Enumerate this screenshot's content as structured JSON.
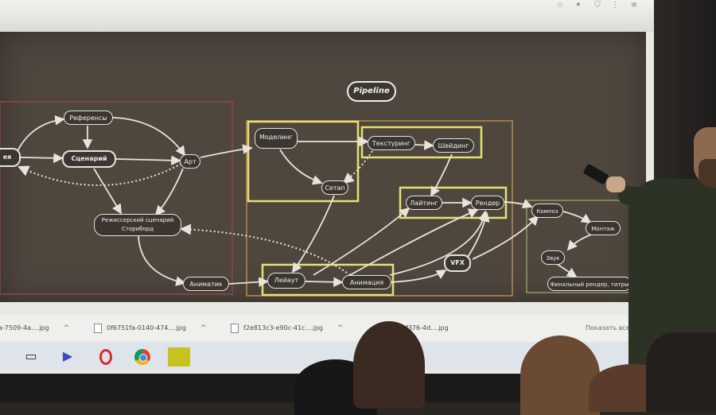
{
  "slide": {
    "title": "Pipeline",
    "nodes": {
      "idea": "ея",
      "references": "Референсы",
      "scenario": "Сценарий",
      "art": "Арт",
      "directors_script_line1": "Режиссерский сценарий",
      "directors_script_line2": "Сториборд",
      "animatic": "Аниматик",
      "modeling": "Моделинг",
      "rig": "Сетап",
      "texturing": "Текстуринг",
      "shading": "Шейдинг",
      "lighting": "Лайтинг",
      "render": "Рендер",
      "layout": "Лейаут",
      "animation": "Анимация",
      "vfx": "VFX",
      "compose": "Композ",
      "montage": "Монтаж",
      "sound": "Звук",
      "final": "Финальный рендер, титры"
    },
    "colors": {
      "background": "#4f463e",
      "edge": "#e8e4dc",
      "highlight_box": "#e6e072",
      "group_box_orange": "#b8894f",
      "group_box_red": "#8a4a45",
      "group_box_green": "#8f9a5a"
    }
  },
  "browser": {
    "top_icons": [
      "star-icon",
      "pin-icon",
      "shield-icon",
      "more-icon"
    ]
  },
  "downloads": {
    "items": [
      {
        "name": "a-7509-4a....jpg"
      },
      {
        "name": "0f6751fa-0140-474....jpg"
      },
      {
        "name": "f2e813c3-e90c-41c....jpg"
      },
      {
        "name": "f376-4d....jpg"
      }
    ],
    "show_all": "Показать все",
    "close_icon": "×"
  },
  "taskbar": {
    "apps": [
      "windows-media-icon",
      "play-icon",
      "opera-icon",
      "chrome-icon",
      "media-player-classic-icon"
    ]
  }
}
